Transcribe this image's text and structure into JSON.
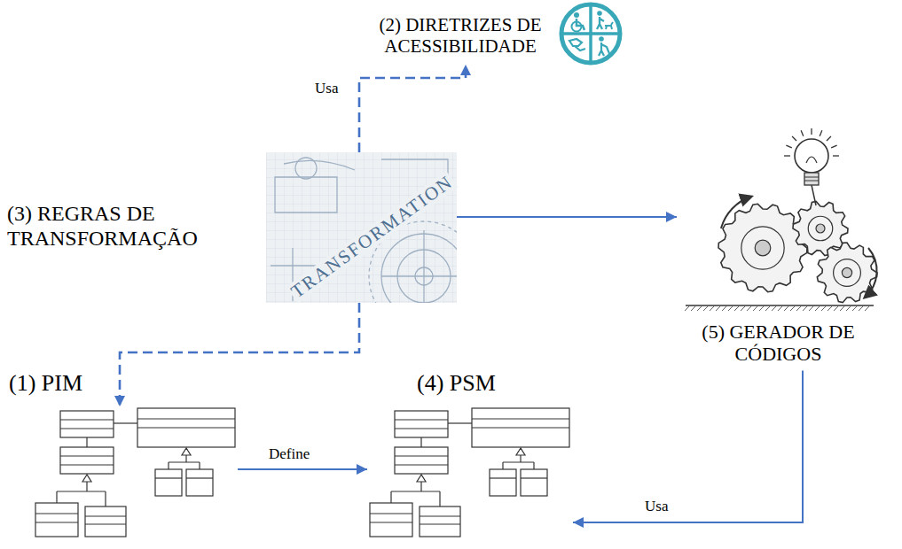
{
  "diagram": {
    "nodes": [
      {
        "text": [
          "(2) DIRETRIZES DE ACESSIBILIDADE"
        ]
      },
      {
        "text": [
          "(3) REGRAS DE TRANSFORMAÇÃO"
        ]
      },
      {
        "text": [
          "(5) GERADOR DE CÓDIGOS"
        ]
      },
      {
        "text": [
          "(1) PIM"
        ]
      },
      {
        "text": [
          "(4) PSM"
        ]
      }
    ],
    "edges": [
      {
        "from": 1,
        "to": 0,
        "arrow": "to",
        "label": "Usa"
      },
      {
        "from": 1,
        "to": 2,
        "arrow": "to"
      },
      {
        "from": 1,
        "to": 3,
        "arrow": "to"
      },
      {
        "from": 3,
        "to": 4,
        "arrow": "to",
        "label": "Define"
      },
      {
        "from": 2,
        "to": 4,
        "arrow": "to",
        "label": "Usa"
      }
    ],
    "labels": [
      "TRANSFORMATION"
    ]
  }
}
